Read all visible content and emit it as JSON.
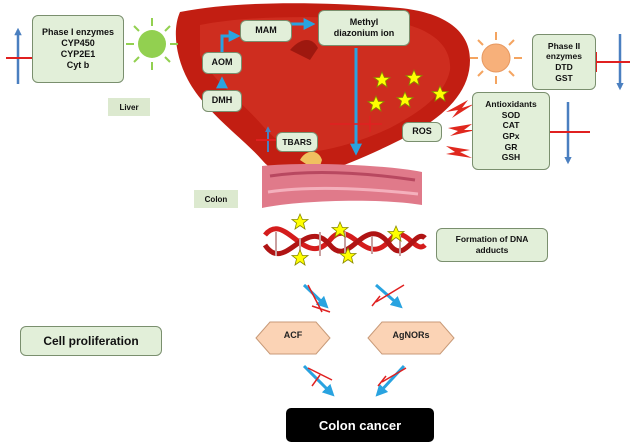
{
  "phase1": {
    "title": "Phase I enzymes",
    "items": [
      "CYP450",
      "CYP2E1",
      "Cyt b"
    ]
  },
  "phase2": {
    "lines": [
      "Phase II",
      "enzymes",
      "DTD",
      "GST"
    ]
  },
  "antioxidants": {
    "title": "Antioxidants",
    "items": [
      "SOD",
      "CAT",
      "GPx",
      "GR",
      "GSH"
    ]
  },
  "metabolites": {
    "mam": "MAM",
    "methyl": [
      "Methyl",
      "diazonium ion"
    ],
    "aom": "AOM",
    "dmh": "DMH"
  },
  "labels": {
    "liver": "Liver",
    "colon": "Colon",
    "tbars": "TBARS",
    "ros": "ROS"
  },
  "adducts": [
    "Formation of DNA",
    "adducts"
  ],
  "proliferation": "Cell proliferation",
  "markers": {
    "acf": "ACF",
    "agnors": "AgNORs"
  },
  "outcome": "Colon cancer",
  "colors": {
    "box_fill": "#e2efd9",
    "arrow_blue": "#29a3e0",
    "inhibit_red": "#e02020",
    "indicator_blue": "#4a7fc0",
    "liver_red": "#c21e12",
    "hexagon": "#fbd3b5",
    "sun_green": "#92d050",
    "sun_orange": "#f7b07a",
    "star": "#ffff00",
    "dna_red": "#d41c1c"
  }
}
